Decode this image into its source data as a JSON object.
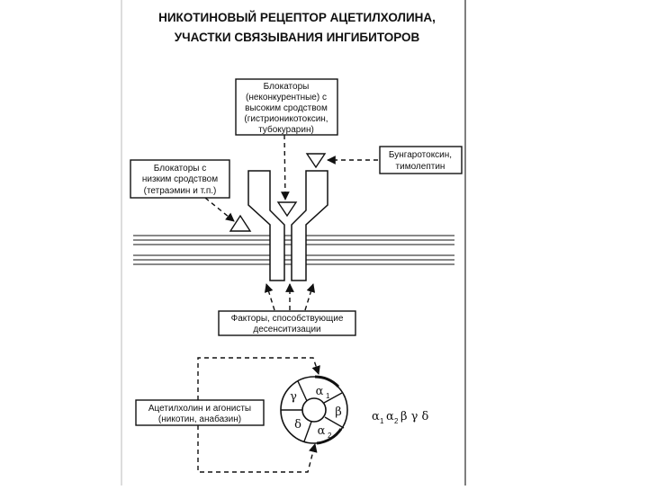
{
  "title": {
    "line1": "НИКОТИНОВЫЙ РЕЦЕПТОР АЦЕТИЛХОЛИНА,",
    "line2": "УЧАСТКИ СВЯЗЫВАНИЯ ИНГИБИТОРОВ"
  },
  "top_box": {
    "lines": [
      "Блокаторы",
      "(неконкурентные) с",
      "высоким сродством",
      "(гистрионикотоксин,",
      "тубокурарин)"
    ]
  },
  "left_box": {
    "lines": [
      "Блокаторы с",
      "низким сродством",
      "(тетраэмин и т.п.)"
    ]
  },
  "right_box": {
    "lines": [
      "Бунгаротоксин,",
      "тимолептин"
    ]
  },
  "bottom_box": {
    "lines": [
      "Факторы, способствующие",
      "десенситизации"
    ]
  },
  "agonist_box": {
    "lines": [
      "Ацетилхолин и агонисты",
      "(никотин, анабазин)"
    ]
  },
  "subunits": {
    "gamma": "γ",
    "alpha1": "α",
    "alpha1_sub": "1",
    "beta": "β",
    "alpha2": "α",
    "alpha2_sub": "2",
    "delta": "δ"
  },
  "formula": {
    "a1": "α",
    "a1_sub": "1",
    "a2": "α",
    "a2_sub": "2",
    "rest": "β γ δ"
  }
}
